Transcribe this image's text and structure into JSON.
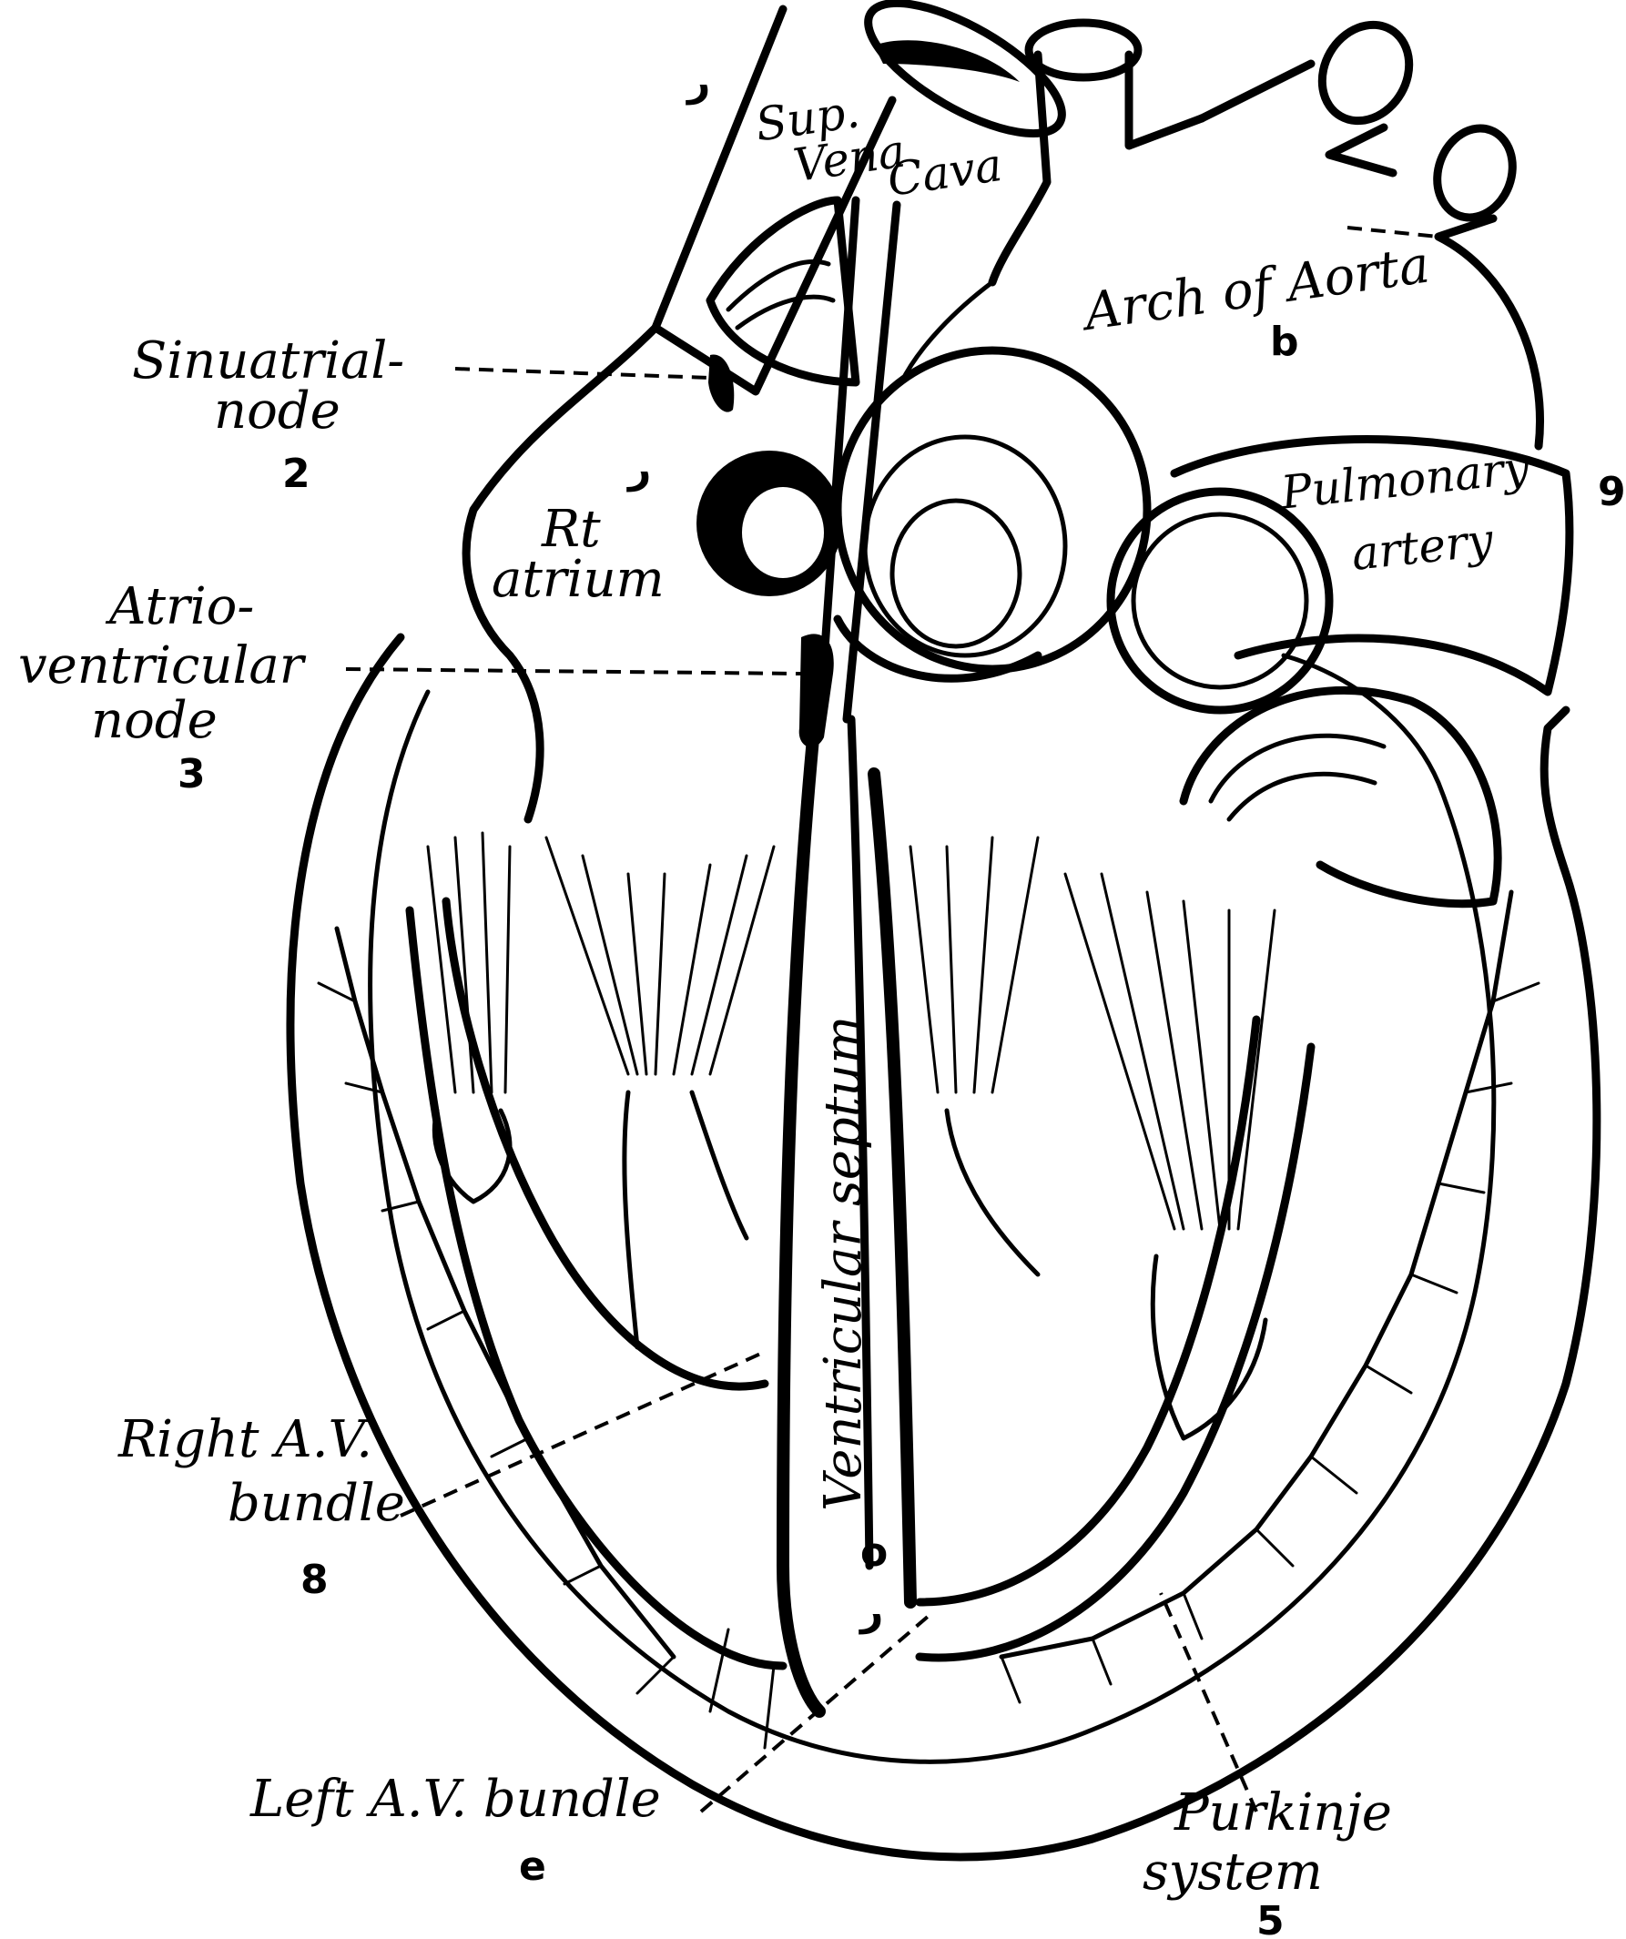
{
  "labels": {
    "sup_vena_cava": [
      "Sup.",
      "Vena",
      "Cava"
    ],
    "arch_of_aorta": "Arch of Aorta",
    "sinuatrial_node": [
      "Sinuatrial-",
      "node"
    ],
    "pulmonary_artery": [
      "Pulmonary",
      "artery"
    ],
    "rt_atrium": [
      "Rt",
      "atrium"
    ],
    "atrioventricular_node": [
      "Atrio-",
      "ventricular",
      "node"
    ],
    "ventricular_septum": "Ventricular septum",
    "right_av_bundle": [
      "Right A.V.",
      "bundle"
    ],
    "left_av_bundle": "Left A.V. bundle",
    "purkinje_system": [
      "Purkinje",
      "system"
    ]
  },
  "markers": {
    "svc": "ر",
    "sa_node": "2",
    "rt_atrium": "ر",
    "av_node": "3",
    "aorta": "b",
    "pulmonary": "9",
    "right_bundle": "8",
    "left_bundle": "e",
    "septum": "o",
    "septum_lower": "ر",
    "purkinje": "5"
  }
}
